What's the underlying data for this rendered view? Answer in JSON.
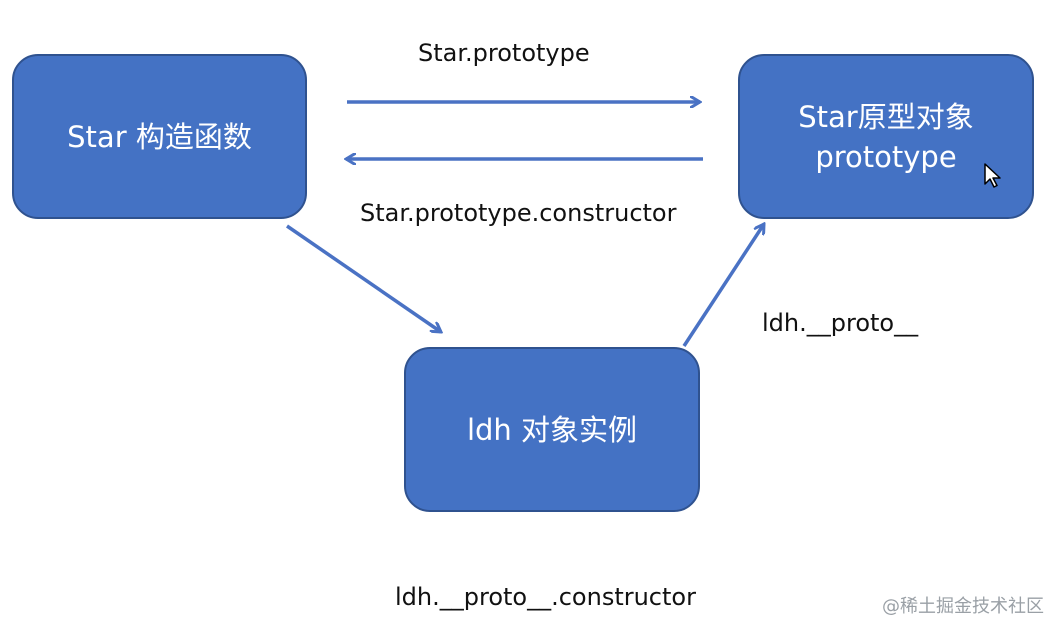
{
  "nodes": {
    "constructor": {
      "line1": "Star 构造函数"
    },
    "prototype": {
      "line1": "Star原型对象",
      "line2": "prototype"
    },
    "instance": {
      "line1": "ldh 对象实例"
    }
  },
  "edges": {
    "prototype_label": "Star.prototype",
    "constructor_label": "Star.prototype.constructor",
    "dunder_proto_label": "ldh.__proto__",
    "dunder_proto_constructor_label": "ldh.__proto__.constructor"
  },
  "watermark": "@稀土掘金技术社区",
  "colors": {
    "node_fill": "#4472c4",
    "node_border": "#2f528f",
    "arrow": "#4a72c4"
  }
}
